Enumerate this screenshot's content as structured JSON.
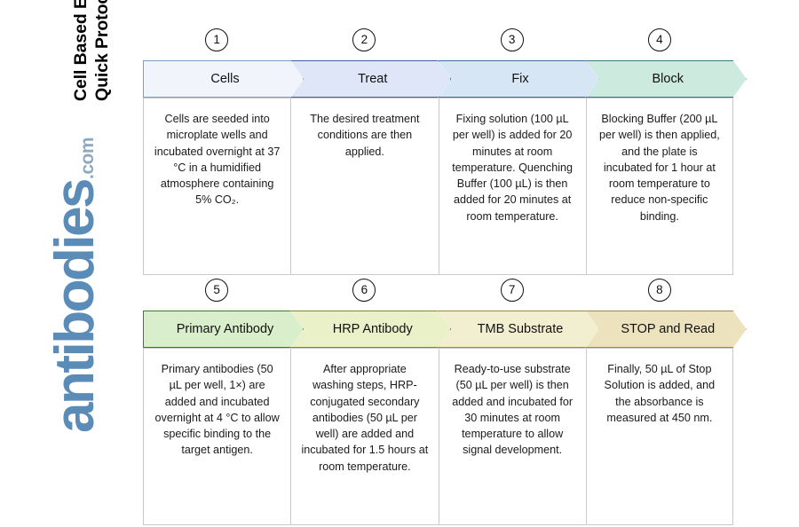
{
  "document": {
    "vertical_title": "Cell Based ELISA Kits\nQuick Protocol",
    "brand_main": "antibodies",
    "brand_tld": ".com"
  },
  "colors": {
    "step1_fill": "#f1f5fb",
    "step1_border": "#7e9dc4",
    "step2_fill": "#dfe6f7",
    "step2_border": "#3f5f9e",
    "step3_fill": "#d6e6f5",
    "step3_border": "#3f6d9e",
    "step4_fill": "#cdeade",
    "step4_border": "#2f7f7f",
    "step5_fill": "#d9eecb",
    "step5_border": "#3f7a2f",
    "step6_fill": "#eaf0c8",
    "step6_border": "#7f8a2f",
    "step7_fill": "#f2eed0",
    "step7_border": "#9b8b3f",
    "step8_fill": "#ece2bd",
    "step8_border": "#a08a4f",
    "cell_border": "#c9c9c9",
    "brand_blue": "#5b8cb8",
    "text": "#1a1a1a"
  },
  "flow": {
    "rows": [
      {
        "steps": [
          {
            "number": "1",
            "label": "Cells",
            "body": "Cells are seeded into microplate wells and incubated overnight at 37 °C in a humidified atmosphere containing 5% CO₂."
          },
          {
            "number": "2",
            "label": "Treat",
            "body": "The desired treatment conditions are then applied."
          },
          {
            "number": "3",
            "label": "Fix",
            "body": "Fixing solution (100 µL per well) is added for 20 minutes at room temperature. Quenching Buffer (100 µL) is then added for 20 minutes at room temperature."
          },
          {
            "number": "4",
            "label": "Block",
            "body": "Blocking Buffer (200 µL per well) is then applied, and the plate is incubated for 1 hour at room temperature to reduce non-specific binding."
          }
        ]
      },
      {
        "steps": [
          {
            "number": "5",
            "label": "Primary Antibody",
            "body": "Primary antibodies (50 µL per well, 1×) are added and incubated overnight at 4 °C to allow specific binding to the target antigen."
          },
          {
            "number": "6",
            "label": "HRP Antibody",
            "body": "After appropriate washing steps, HRP-conjugated secondary antibodies (50 µL per well) are added and incubated for 1.5 hours at room temperature."
          },
          {
            "number": "7",
            "label": "TMB Substrate",
            "body": "Ready-to-use substrate (50 µL per well) is then added and incubated for 30 minutes at room temperature to allow signal development."
          },
          {
            "number": "8",
            "label": "STOP and Read",
            "body": "Finally, 50 µL of Stop Solution is added, and the absorbance is measured at 450 nm."
          }
        ]
      }
    ]
  }
}
